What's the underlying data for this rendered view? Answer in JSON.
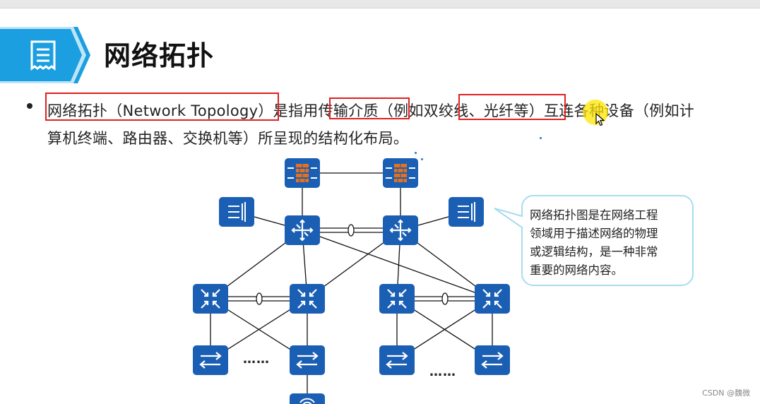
{
  "slide": {
    "title": "网络拓扑",
    "bullet": {
      "line1": "网络拓扑（Network Topology）是指用传输介质（例如双绞线、光纤等）互连各种设备（例如计",
      "line2": "算机终端、路由器、交换机等）所呈现的结构化布局。"
    },
    "callout": {
      "lines": [
        "网络拓扑图是在网络工程",
        "领域用于描述网络的物理",
        "或逻辑结构，是一种非常",
        "重要的网络内容。"
      ]
    },
    "ellipsis_left": "……",
    "ellipsis_right": "……"
  },
  "watermark": "CSDN @魏微",
  "colors": {
    "device_blue": "#1a5fb4",
    "banner_blue": "#1b9fe0",
    "highlight_red": "#e0201e",
    "callout_border": "#a8dcf0",
    "firewall_orange": "#e8701a"
  },
  "icons": {
    "banner": "document-icon",
    "firewall": "firewall-icon",
    "core_router": "router-icon",
    "server": "server-icon",
    "agg_switch": "layer3-switch-icon",
    "access_switch": "switch-icon",
    "wireless_ap": "wireless-ap-icon"
  }
}
